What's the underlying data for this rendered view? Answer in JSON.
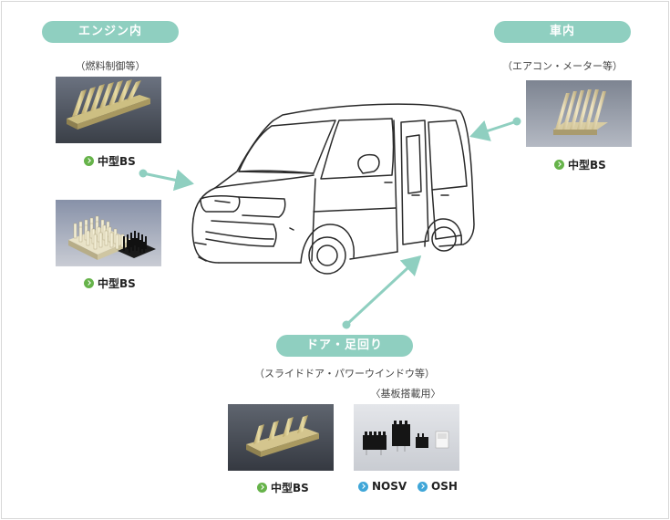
{
  "sections": {
    "engine": {
      "title": "エンジン内",
      "note": "（燃料制御等）",
      "items": [
        {
          "label": "中型BS",
          "icon": "green-arrow-icon"
        },
        {
          "label": "中型BS",
          "icon": "green-arrow-icon"
        }
      ]
    },
    "cabin": {
      "title": "車内",
      "note": "（エアコン・メーター等）",
      "items": [
        {
          "label": "中型BS",
          "icon": "green-arrow-icon"
        }
      ]
    },
    "door": {
      "title": "ドア・足回り",
      "note": "（スライドドア・パワーウインドウ等）",
      "board_note": "〈基板搭載用〉",
      "items": [
        {
          "label": "中型BS",
          "icon": "green-arrow-icon"
        },
        {
          "label": "NOSV",
          "icon": "blue-arrow-icon"
        },
        {
          "label": "OSH",
          "icon": "blue-arrow-icon"
        }
      ]
    }
  },
  "colors": {
    "pill": "#8fcfc0",
    "connector": "#8fcfc0",
    "link_green": "#66b34a",
    "link_blue": "#3fa6d8"
  }
}
